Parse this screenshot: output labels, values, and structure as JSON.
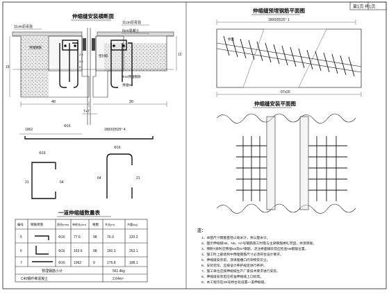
{
  "page": {
    "label": "第1页 共1页"
  },
  "elevation": {
    "title": "伸缩缝安装横断面",
    "labels": {
      "top_left": "11cm沥青混",
      "top_right": "11cm沥青混",
      "mid_right": "8cm混凝土",
      "left_embed": "预埋钢筋",
      "right_bar": "Φ16预埋钢筋",
      "seal_label": "密封胶",
      "anchor_label": "预埋N5",
      "gap_label": "T+7"
    },
    "dims": {
      "left_width": "40",
      "right_width": "30",
      "height_left": "19",
      "height_right": "12",
      "mid_a": "2.5",
      "mid_b": "3.5",
      "mid_c": "8"
    }
  },
  "plan": {
    "title": "伸缩缝预埋钢筋平面图",
    "top_dim": "1800/D525° 1",
    "bottom_dim": "97x26",
    "tag": "桥面"
  },
  "rebar": {
    "dim_top": "1800/D525° 4",
    "dim_hook": "1962",
    "label_a": "Φ16",
    "label_b": "Φ16",
    "label_c": "Φ16",
    "len_a": "21",
    "len_b": "64",
    "len_c": "64",
    "len_d": "21"
  },
  "install_plan": {
    "title": "伸缩缝安装平面图"
  },
  "table": {
    "title": "一道伸缩缝数量表",
    "headers": [
      "编号",
      "钢筋简图",
      "直径(mm)",
      "单根长(cm)",
      "根数",
      "共长(m)",
      "共重(kg)"
    ],
    "rows": [
      [
        "5",
        "",
        "Φ16",
        "77.6",
        "98",
        "76.0",
        "120.2"
      ],
      [
        "6",
        "",
        "Φ16",
        "163.6",
        "98",
        "160.3",
        "253.1"
      ],
      [
        "7",
        "",
        "Φ16",
        "1962",
        "9",
        "176.8",
        "188.1"
      ]
    ],
    "total_label": "预埋钢筋小计",
    "total_value": "561.4kg",
    "concrete_label": "C40钢纤维混凝土",
    "concrete_value": "2.64m³"
  },
  "notes": {
    "title": "注：",
    "items": [
      "1、本图尺寸钢筋直径以毫米计，余以厘米计。",
      "2、图示伸缩缝N5、N6、N7号钢筋施工时需与主梁钢筋绑扎牢固，并须焊接。",
      "3、预制T梁时应预埋N5及N7钢筋，浇注桥面铺装前应检查N6钢筋位置。",
      "4、施工时上部结构中预埋钢筋尺寸必须符合设计要求。",
      "5、伸缩缝安装前，须清理槽口内杂物及灰尘。",
      "6、安装完毕，应按设计养护规定进行养护。",
      "7、施工单位应按伸缩缝生产厂家技术要求进行安装。",
      "8、伸缩缝安装前应校准伸缩缝上口标高。",
      "9、本工程仅在D5号桥台处设置一道伸缩缝。"
    ]
  }
}
